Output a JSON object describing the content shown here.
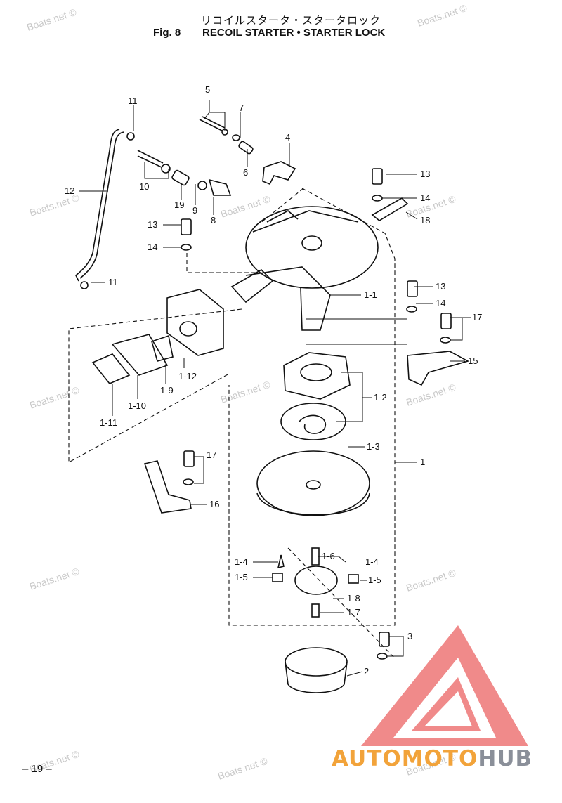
{
  "header": {
    "title_jp": "リコイルスタータ・スタータロック",
    "fig_number": "Fig. 8",
    "title_en": "RECOIL STARTER • STARTER LOCK"
  },
  "footer": {
    "page_number": "– 19 –"
  },
  "watermark": {
    "text": "Boats.net ©"
  },
  "logo": {
    "part1": "AUTOMOTO",
    "part2": "HUB",
    "color_triangle": "#f08a8a",
    "color_orange": "#f2a33a",
    "color_grey": "#8a8f99"
  },
  "callouts": [
    "5",
    "7",
    "11",
    "4",
    "6",
    "13",
    "14",
    "18",
    "12",
    "10",
    "19",
    "9",
    "8",
    "13",
    "14",
    "11",
    "13",
    "14",
    "1-1",
    "17",
    "15",
    "1-12",
    "1-9",
    "1-10",
    "1-11",
    "1-2",
    "1-3",
    "1",
    "17",
    "16",
    "1-4",
    "1-6",
    "1-4",
    "1-5",
    "1-5",
    "1-8",
    "1-7",
    "3",
    "2"
  ]
}
